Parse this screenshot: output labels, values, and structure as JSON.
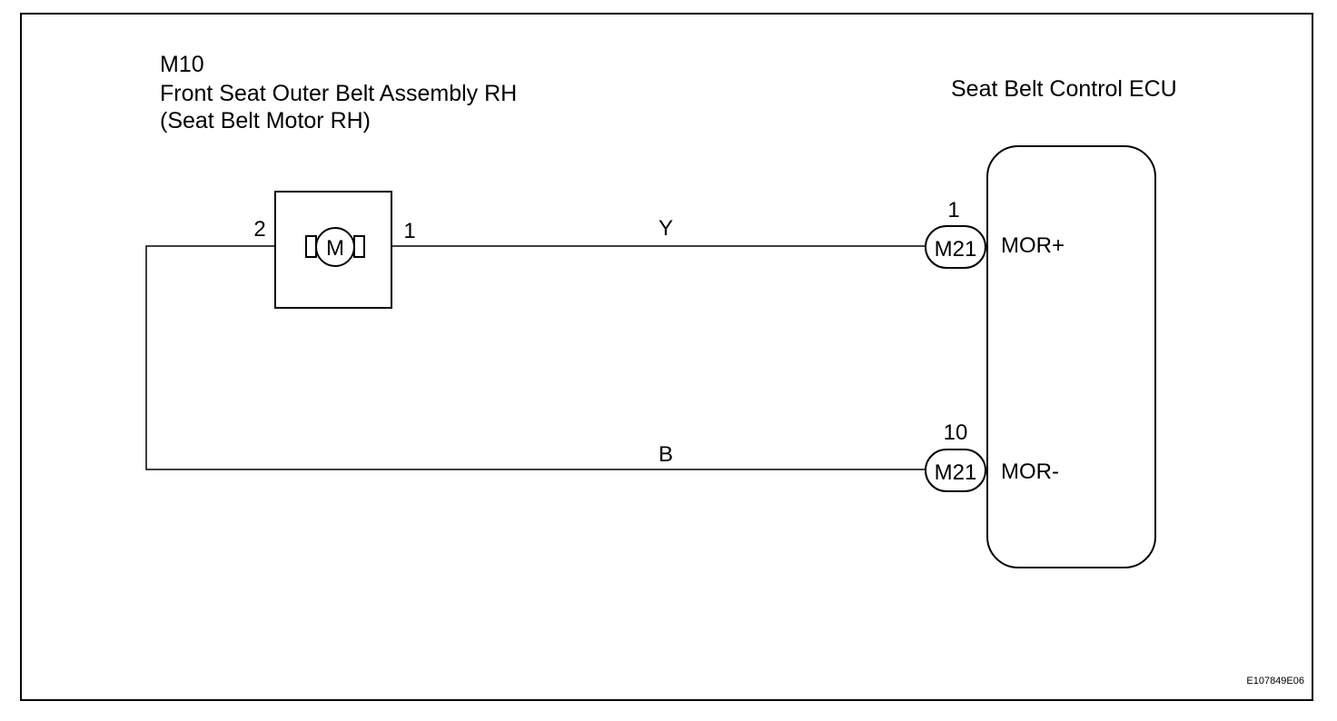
{
  "component": {
    "code": "M10",
    "name": "Front Seat Outer Belt Assembly RH",
    "subname": "(Seat Belt Motor RH)",
    "motor_symbol": "M",
    "pin_left": "2",
    "pin_right": "1"
  },
  "ecu": {
    "title": "Seat Belt Control ECU",
    "connectors": [
      {
        "pin": "1",
        "connector": "M21",
        "terminal": "MOR+"
      },
      {
        "pin": "10",
        "connector": "M21",
        "terminal": "MOR-"
      }
    ]
  },
  "wires": [
    {
      "color_code": "Y"
    },
    {
      "color_code": "B"
    }
  ],
  "figure_id": "E107849E06",
  "colors": {
    "line": "#000000",
    "background": "#ffffff"
  }
}
